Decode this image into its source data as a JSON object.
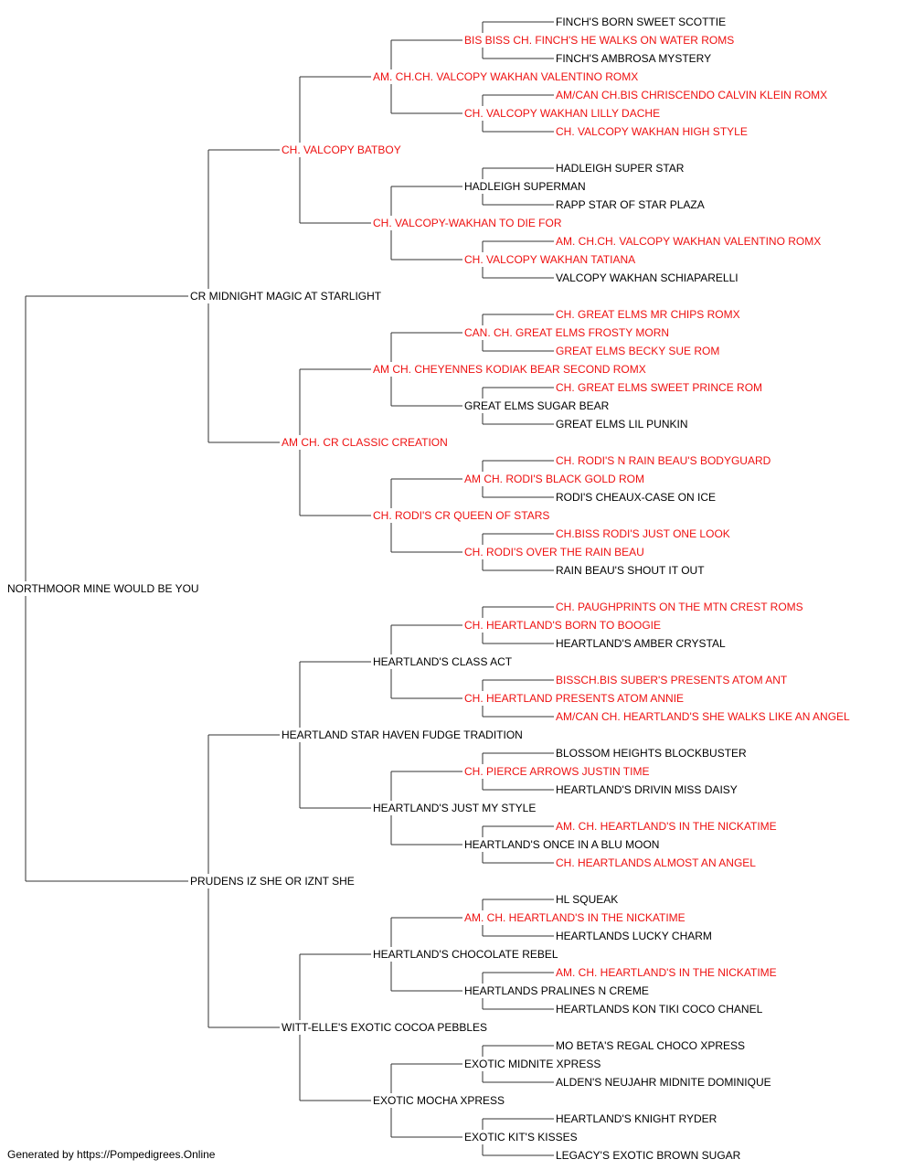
{
  "colors": {
    "titled": "#ee1111",
    "normal": "#000000",
    "line": "#333333"
  },
  "pedigree": {
    "name": "NORTHMOOR MINE WOULD BE YOU",
    "titled": false,
    "sire": {
      "name": "CR MIDNIGHT MAGIC AT STARLIGHT",
      "titled": false,
      "sire": {
        "name": "CH. VALCOPY BATBOY",
        "titled": true,
        "sire": {
          "name": "AM. CH.CH. VALCOPY WAKHAN VALENTINO ROMX",
          "titled": true,
          "sire": {
            "name": "BIS BISS CH. FINCH'S HE WALKS ON WATER ROMS",
            "titled": true,
            "sire": {
              "name": "FINCH'S BORN SWEET SCOTTIE",
              "titled": false
            },
            "dam": {
              "name": "FINCH'S AMBROSA MYSTERY",
              "titled": false
            }
          },
          "dam": {
            "name": "CH. VALCOPY WAKHAN LILLY DACHE",
            "titled": true,
            "sire": {
              "name": "AM/CAN CH.BIS CHRISCENDO CALVIN KLEIN ROMX",
              "titled": true
            },
            "dam": {
              "name": "CH. VALCOPY WAKHAN HIGH STYLE",
              "titled": true
            }
          }
        },
        "dam": {
          "name": "CH. VALCOPY-WAKHAN TO DIE FOR",
          "titled": true,
          "sire": {
            "name": "HADLEIGH SUPERMAN",
            "titled": false,
            "sire": {
              "name": "HADLEIGH SUPER STAR",
              "titled": false
            },
            "dam": {
              "name": "RAPP STAR OF STAR PLAZA",
              "titled": false
            }
          },
          "dam": {
            "name": "CH. VALCOPY WAKHAN TATIANA",
            "titled": true,
            "sire": {
              "name": "AM. CH.CH. VALCOPY WAKHAN VALENTINO ROMX",
              "titled": true
            },
            "dam": {
              "name": "VALCOPY WAKHAN SCHIAPARELLI",
              "titled": false
            }
          }
        }
      },
      "dam": {
        "name": "AM CH. CR CLASSIC CREATION",
        "titled": true,
        "sire": {
          "name": "AM CH. CHEYENNES KODIAK BEAR SECOND ROMX",
          "titled": true,
          "sire": {
            "name": "CAN. CH. GREAT ELMS FROSTY MORN",
            "titled": true,
            "sire": {
              "name": "CH. GREAT ELMS MR CHIPS ROMX",
              "titled": true
            },
            "dam": {
              "name": "GREAT ELMS BECKY SUE ROM",
              "titled": true
            }
          },
          "dam": {
            "name": "GREAT ELMS SUGAR BEAR",
            "titled": false,
            "sire": {
              "name": "CH. GREAT ELMS SWEET PRINCE ROM",
              "titled": true
            },
            "dam": {
              "name": "GREAT ELMS LIL PUNKIN",
              "titled": false
            }
          }
        },
        "dam": {
          "name": "CH. RODI'S CR QUEEN OF STARS",
          "titled": true,
          "sire": {
            "name": "AM CH. RODI'S BLACK GOLD ROM",
            "titled": true,
            "sire": {
              "name": "CH. RODI'S N RAIN BEAU'S BODYGUARD",
              "titled": true
            },
            "dam": {
              "name": "RODI'S CHEAUX-CASE ON ICE",
              "titled": false
            }
          },
          "dam": {
            "name": "CH. RODI'S OVER THE RAIN BEAU",
            "titled": true,
            "sire": {
              "name": "CH.BISS RODI'S JUST ONE LOOK",
              "titled": true
            },
            "dam": {
              "name": "RAIN BEAU'S SHOUT IT OUT",
              "titled": false
            }
          }
        }
      }
    },
    "dam": {
      "name": "PRUDENS IZ SHE OR IZNT SHE",
      "titled": false,
      "sire": {
        "name": "HEARTLAND STAR HAVEN FUDGE TRADITION",
        "titled": false,
        "sire": {
          "name": "HEARTLAND'S CLASS ACT",
          "titled": false,
          "sire": {
            "name": "CH. HEARTLAND'S BORN TO BOOGIE",
            "titled": true,
            "sire": {
              "name": "CH. PAUGHPRINTS ON THE MTN CREST ROMS",
              "titled": true
            },
            "dam": {
              "name": "HEARTLAND'S AMBER CRYSTAL",
              "titled": false
            }
          },
          "dam": {
            "name": "CH. HEARTLAND PRESENTS ATOM ANNIE",
            "titled": true,
            "sire": {
              "name": "BISSCH.BIS SUBER'S PRESENTS ATOM ANT",
              "titled": true
            },
            "dam": {
              "name": "AM/CAN CH. HEARTLAND'S SHE WALKS LIKE AN ANGEL",
              "titled": true
            }
          }
        },
        "dam": {
          "name": "HEARTLAND'S JUST MY STYLE",
          "titled": false,
          "sire": {
            "name": "CH. PIERCE ARROWS JUSTIN TIME",
            "titled": true,
            "sire": {
              "name": "BLOSSOM HEIGHTS BLOCKBUSTER",
              "titled": false
            },
            "dam": {
              "name": "HEARTLAND'S DRIVIN MISS DAISY",
              "titled": false
            }
          },
          "dam": {
            "name": "HEARTLAND'S ONCE IN A BLU MOON",
            "titled": false,
            "sire": {
              "name": "AM. CH. HEARTLAND'S IN THE NICKATIME",
              "titled": true
            },
            "dam": {
              "name": "CH. HEARTLANDS ALMOST AN ANGEL",
              "titled": true
            }
          }
        }
      },
      "dam": {
        "name": "WITT-ELLE'S EXOTIC COCOA PEBBLES",
        "titled": false,
        "sire": {
          "name": "HEARTLAND'S CHOCOLATE REBEL",
          "titled": false,
          "sire": {
            "name": "AM. CH. HEARTLAND'S IN THE NICKATIME",
            "titled": true,
            "sire": {
              "name": "HL SQUEAK",
              "titled": false
            },
            "dam": {
              "name": "HEARTLANDS LUCKY CHARM",
              "titled": false
            }
          },
          "dam": {
            "name": "HEARTLANDS PRALINES N CREME",
            "titled": false,
            "sire": {
              "name": "AM. CH. HEARTLAND'S IN THE NICKATIME",
              "titled": true
            },
            "dam": {
              "name": "HEARTLANDS KON TIKI COCO CHANEL",
              "titled": false
            }
          }
        },
        "dam": {
          "name": "EXOTIC MOCHA XPRESS",
          "titled": false,
          "sire": {
            "name": "EXOTIC MIDNITE XPRESS",
            "titled": false,
            "sire": {
              "name": "MO BETA'S REGAL CHOCO XPRESS",
              "titled": false
            },
            "dam": {
              "name": "ALDEN'S NEUJAHR MIDNITE DOMINIQUE",
              "titled": false
            }
          },
          "dam": {
            "name": "EXOTIC KIT'S KISSES",
            "titled": false,
            "sire": {
              "name": "HEARTLAND'S KNIGHT RYDER",
              "titled": false
            },
            "dam": {
              "name": "LEGACY'S EXOTIC BROWN SUGAR",
              "titled": false
            }
          }
        }
      }
    }
  },
  "footer": "Generated by https://Pompedigrees.Online"
}
